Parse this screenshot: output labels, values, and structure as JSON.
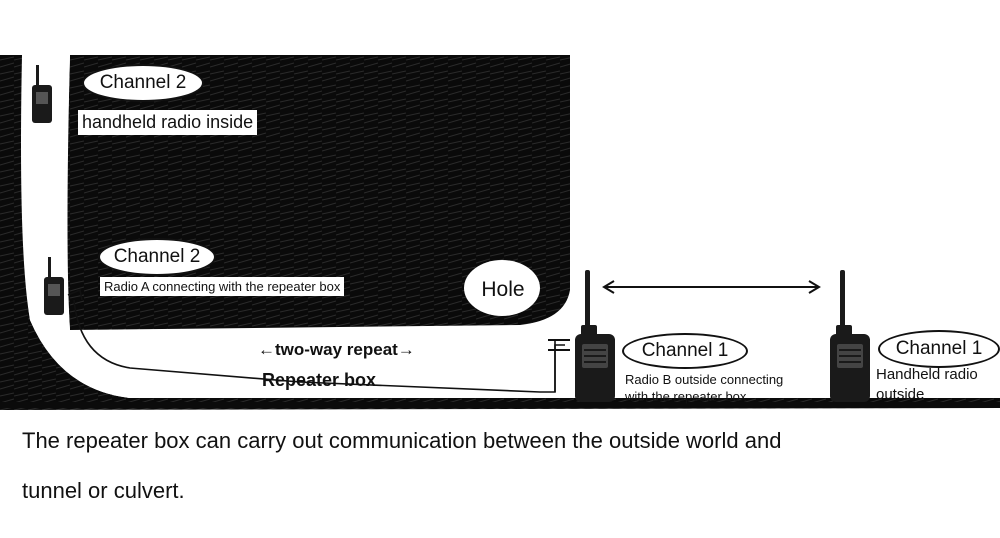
{
  "labels": {
    "ch2_top": "Channel 2",
    "inside_radio": "handheld radio inside",
    "ch2_mid": "Channel 2",
    "radio_a": "Radio A connecting with the repeater box",
    "hole": "Hole",
    "two_way": "←two-way repeat→",
    "repeater_box": "Repeater box",
    "ch1_b": "Channel 1",
    "radio_b_line1": "Radio B outside connecting",
    "radio_b_line2": "with the repeater box",
    "ch1_out": "Channel 1",
    "outside_line1": "Handheld radio",
    "outside_line2": "outside"
  },
  "caption": {
    "line1": "The repeater box can carry out communication between the outside world and",
    "line2": "tunnel or culvert."
  },
  "colors": {
    "ground": "#0b0b0b",
    "line": "#111111",
    "radio_body": "#1a1a1a"
  },
  "icons": [
    "walkie-talkie-icon",
    "double-arrow-icon",
    "repeater-cable-icon"
  ]
}
